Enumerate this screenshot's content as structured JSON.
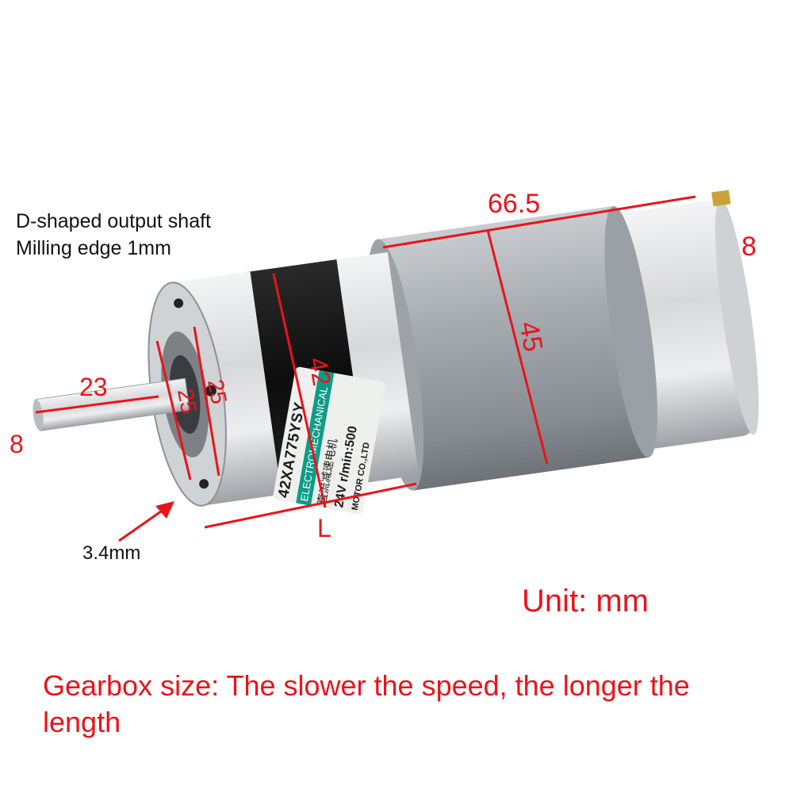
{
  "notes": {
    "shaft_line1": "D-shaped output shaft",
    "shaft_line2": "Milling edge 1mm",
    "hole": "3.4mm",
    "unit": "Unit: mm",
    "gearbox": "Gearbox size: The slower the speed, the longer the length"
  },
  "dimensions": {
    "total_motor_length": "66.5",
    "terminal": "8",
    "motor_diameter": "45",
    "gearbox_diameter": "42",
    "flange_a": "25",
    "flange_b": "25",
    "shaft_length": "23",
    "shaft_diameter": "8",
    "gearbox_length": "L"
  },
  "motor_label": {
    "model": "42XA775YSY",
    "brand_band": "ELECTROMECHANICAL",
    "spec": "24V r/min:500",
    "company": "MOTOR CO.,LTD",
    "chinese": "直流减速电机"
  },
  "colors": {
    "annotation_red": "#e8141b",
    "motor_grey": "#9aa0a6",
    "aluminum": "#d8dadd",
    "black_band": "#151515",
    "label_green": "#0f9c86"
  }
}
